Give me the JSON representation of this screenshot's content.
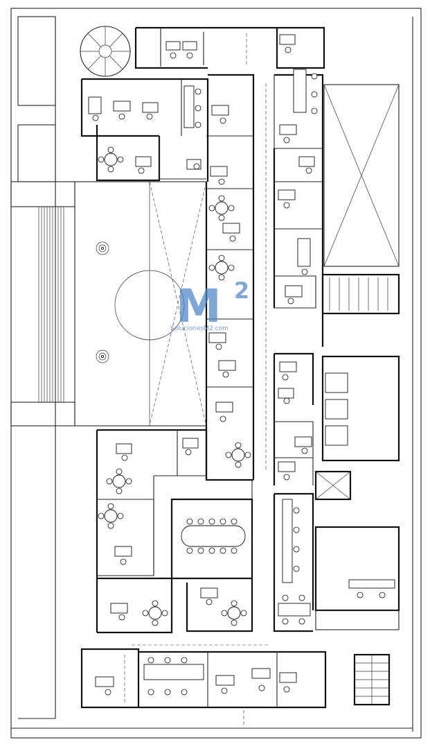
{
  "watermark": {
    "mark": "M",
    "superscript": "2",
    "text": "SolucionesM2.com",
    "color": "#4f86c6"
  },
  "plan": {
    "line_color": "#111111",
    "background": "#ffffff"
  }
}
